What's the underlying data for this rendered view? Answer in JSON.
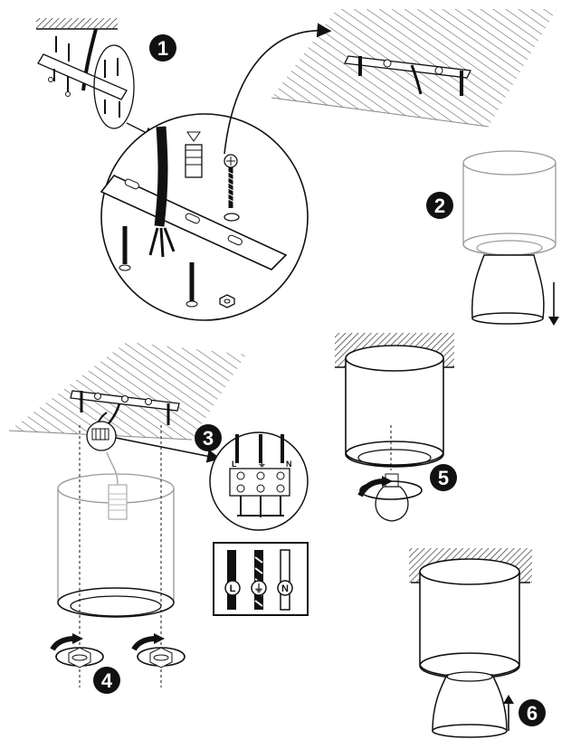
{
  "steps": {
    "s1": "1",
    "s2": "2",
    "s3": "3",
    "s4": "4",
    "s5": "5",
    "s6": "6"
  },
  "terminals": {
    "L": "L",
    "earth": "⏚",
    "N": "N"
  },
  "wire_labels": {
    "L": "L",
    "earth": "⏚",
    "N": "N"
  },
  "colors": {
    "line": "#111111",
    "badge": "#111111",
    "hatch": "#555555",
    "light_line": "#999999"
  },
  "icons": {
    "arrow_down": "arrow-down-icon",
    "arrow_up": "arrow-up-icon",
    "rotate": "rotate-arrow-icon"
  }
}
